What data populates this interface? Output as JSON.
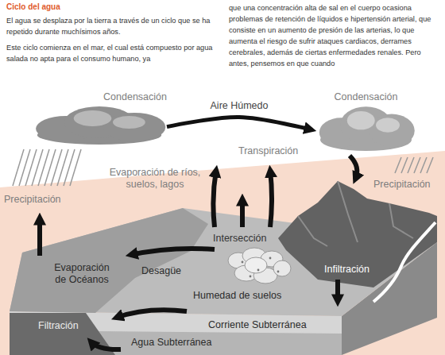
{
  "diagram": {
    "title": "Ciclo del agua",
    "nodes": [
      {
        "text": [
          "Condensación"
        ]
      },
      {
        "text": [
          "Condensación"
        ]
      }
    ],
    "edges": [
      {
        "from": 0,
        "to": 1,
        "label": "Aire Húmedo",
        "arrow": "to"
      }
    ],
    "labels": [
      "El agua se desplaza por la tierra a través de un ciclo que se ha repetido durante muchísimos años.",
      "Este ciclo comienza en el mar, el cual está compuesto por agua salada no apta para el consumo humano, ya",
      "que una concentración alta de sal en el cuerpo ocasiona problemas de retención de líquidos e hipertensión arterial, que consiste en un aumento de presión de las arterias, lo que aumenta el riesgo de sufrir ataques cardiacos, derrames cerebrales, además de ciertas enfermedades renales. Pero antes, pensemos en que cuando",
      "Transpiración",
      "Evaporación de ríos, suelos, lagos",
      "Precipitación",
      "Precipitación",
      "Intersección",
      "Evaporación de Océanos",
      "Desagüe",
      "Infiltración",
      "Humedad de suelos",
      "Corriente Subterránea",
      "Filtración",
      "Agua Subterránea"
    ]
  }
}
